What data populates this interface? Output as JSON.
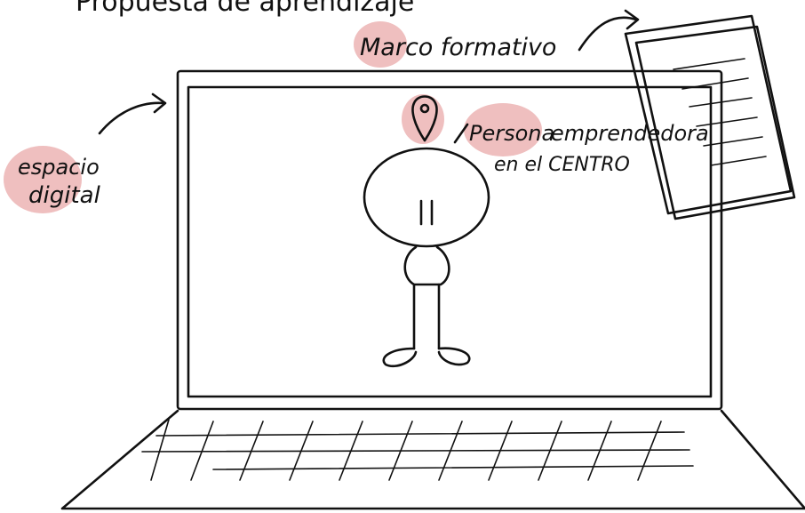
{
  "labels": {
    "title_fragment": "Propuesta de aprendizaje",
    "framework": "Marco formativo",
    "digital_space_line1": "espacio",
    "digital_space_line2": "digital",
    "person_highlight": "Persona",
    "person_rest": "emprendedora",
    "center_line": "en el CENTRO"
  },
  "colors": {
    "ink": "#111111",
    "highlight": "#ecb4b4",
    "background": "#ffffff"
  },
  "icons": {
    "location_pin": "map-pin-icon",
    "document_stack": "paper-stack-icon",
    "arrow": "curved-arrow-icon"
  }
}
